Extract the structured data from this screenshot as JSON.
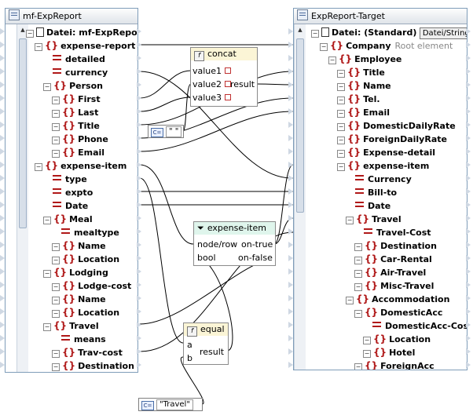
{
  "left_panel": {
    "title": "mf-ExpReport",
    "rows": [
      {
        "type": "file",
        "label": "Datei: mf-ExpReport",
        "indent": 0
      },
      {
        "type": "elem",
        "label": "expense-report",
        "indent": 1
      },
      {
        "type": "attr",
        "label": "detailed",
        "indent": 2
      },
      {
        "type": "attr",
        "label": "currency",
        "indent": 2
      },
      {
        "type": "elem",
        "label": "Person",
        "indent": 2
      },
      {
        "type": "elem",
        "label": "First",
        "indent": 3
      },
      {
        "type": "elem",
        "label": "Last",
        "indent": 3
      },
      {
        "type": "elem",
        "label": "Title",
        "indent": 3
      },
      {
        "type": "elem",
        "label": "Phone",
        "indent": 3
      },
      {
        "type": "elem",
        "label": "Email",
        "indent": 3
      },
      {
        "type": "elem",
        "label": "expense-item",
        "indent": 1
      },
      {
        "type": "attr",
        "label": "type",
        "indent": 2
      },
      {
        "type": "attr",
        "label": "expto",
        "indent": 2
      },
      {
        "type": "attr",
        "label": "Date",
        "indent": 2
      },
      {
        "type": "elem",
        "label": "Meal",
        "indent": 2
      },
      {
        "type": "attr",
        "label": "mealtype",
        "indent": 3
      },
      {
        "type": "elem",
        "label": "Name",
        "indent": 3
      },
      {
        "type": "elem",
        "label": "Location",
        "indent": 3
      },
      {
        "type": "elem",
        "label": "Lodging",
        "indent": 2
      },
      {
        "type": "elem",
        "label": "Lodge-cost",
        "indent": 3
      },
      {
        "type": "elem",
        "label": "Name",
        "indent": 3
      },
      {
        "type": "elem",
        "label": "Location",
        "indent": 3
      },
      {
        "type": "elem",
        "label": "Travel",
        "indent": 2
      },
      {
        "type": "attr",
        "label": "means",
        "indent": 3
      },
      {
        "type": "elem",
        "label": "Trav-cost",
        "indent": 3
      },
      {
        "type": "elem",
        "label": "Destination",
        "indent": 3
      }
    ]
  },
  "right_panel": {
    "title": "ExpReport-Target",
    "file_label": "Datei: (Standard)",
    "file_button": "Datei/String",
    "root_sub": "Root element",
    "rows": [
      {
        "type": "elem",
        "label": "Company",
        "indent": 1
      },
      {
        "type": "elem",
        "label": "Employee",
        "indent": 2
      },
      {
        "type": "elem",
        "label": "Title",
        "indent": 3
      },
      {
        "type": "elem",
        "label": "Name",
        "indent": 3
      },
      {
        "type": "elem",
        "label": "Tel.",
        "indent": 3
      },
      {
        "type": "elem",
        "label": "Email",
        "indent": 3
      },
      {
        "type": "elem",
        "label": "DomesticDailyRate",
        "indent": 3
      },
      {
        "type": "elem",
        "label": "ForeignDailyRate",
        "indent": 3
      },
      {
        "type": "elem",
        "label": "Expense-detail",
        "indent": 3
      },
      {
        "type": "elem",
        "label": "expense-item",
        "indent": 3
      },
      {
        "type": "attr",
        "label": "Currency",
        "indent": 4
      },
      {
        "type": "attr",
        "label": "Bill-to",
        "indent": 4
      },
      {
        "type": "attr",
        "label": "Date",
        "indent": 4
      },
      {
        "type": "elem",
        "label": "Travel",
        "indent": 4
      },
      {
        "type": "attr",
        "label": "Travel-Cost",
        "indent": 5
      },
      {
        "type": "elem",
        "label": "Destination",
        "indent": 5
      },
      {
        "type": "elem",
        "label": "Car-Rental",
        "indent": 5
      },
      {
        "type": "elem",
        "label": "Air-Travel",
        "indent": 5
      },
      {
        "type": "elem",
        "label": "Misc-Travel",
        "indent": 5
      },
      {
        "type": "elem",
        "label": "Accommodation",
        "indent": 4
      },
      {
        "type": "elem",
        "label": "DomesticAcc",
        "indent": 5
      },
      {
        "type": "attr",
        "label": "DomesticAcc-Cost",
        "indent": 6
      },
      {
        "type": "elem",
        "label": "Location",
        "indent": 6
      },
      {
        "type": "elem",
        "label": "Hotel",
        "indent": 6
      },
      {
        "type": "elem",
        "label": "ForeignAcc",
        "indent": 5
      }
    ]
  },
  "concat": {
    "title": "concat",
    "inputs": [
      "value1",
      "value2",
      "value3"
    ],
    "output": "result"
  },
  "filter": {
    "title": "expense-item",
    "inputs": [
      "node/row",
      "bool"
    ],
    "outputs": [
      "on-true",
      "on-false"
    ]
  },
  "equal": {
    "title": "equal",
    "inputs": [
      "a",
      "b"
    ],
    "output": "result"
  },
  "const_space": {
    "value": "\" \""
  },
  "const_travel": {
    "value": "\"Travel\""
  },
  "colors": {
    "wire": "#000000",
    "port_fill": "#2e8b7a",
    "filter_header": "#dff5ec",
    "concat_header": "#fbf5d6",
    "equal_header": "#fbf5d6"
  }
}
